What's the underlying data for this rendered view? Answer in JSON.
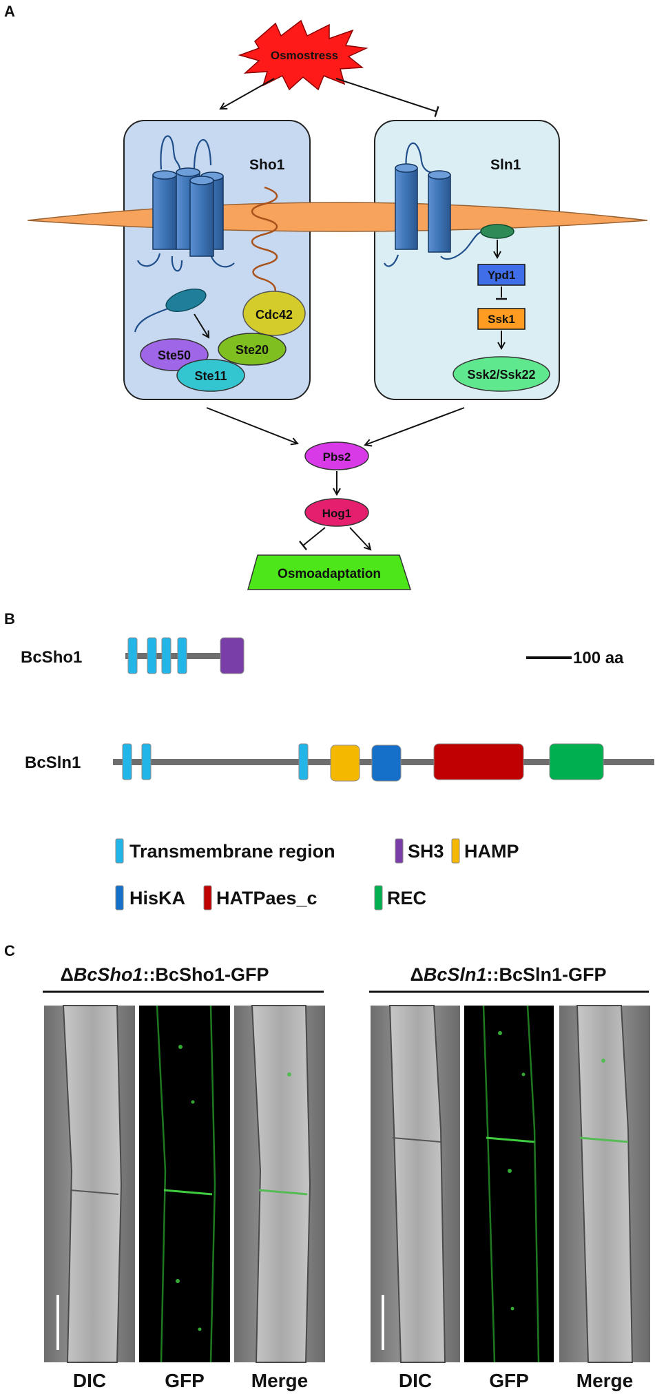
{
  "panel_a": {
    "letter": "A",
    "stimulus": "Osmostress",
    "receptor_left": {
      "name": "Sho1",
      "components": [
        "Cdc42",
        "Ste20",
        "Ste50",
        "Ste11"
      ]
    },
    "receptor_right": {
      "name": "Sln1",
      "components": [
        "Ypd1",
        "Ssk1",
        "Ssk2/Ssk22"
      ]
    },
    "mapkk": "Pbs2",
    "mapk": "Hog1",
    "output": "Osmoadaptation",
    "colors": {
      "burst": "#ff1a1a",
      "membrane": "#f7a35c",
      "sho1_box": "#c6d9f0",
      "sln1_box": "#dbeef4",
      "helix": "#3d74b5",
      "cdc42": "#d3cc2a",
      "ste20": "#7fbf1f",
      "ste50": "#a066e8",
      "ste11": "#33c6d1",
      "ypd1": "#3f6ee8",
      "ssk1": "#ff9c21",
      "ssk2": "#5fe88e",
      "pbs2": "#d93ae8",
      "hog1": "#e61e6e",
      "osmo": "#4ce619"
    }
  },
  "panel_b": {
    "letter": "B",
    "proteins": [
      {
        "name": "BcSho1"
      },
      {
        "name": "BcSln1"
      }
    ],
    "scale_label": "100 aa",
    "legend": [
      {
        "label": "Transmembrane region",
        "color": "#22b5e8"
      },
      {
        "label": "SH3",
        "color": "#7a3ea8"
      },
      {
        "label": "HAMP",
        "color": "#f5b800"
      },
      {
        "label": "HisKA",
        "color": "#1470c9"
      },
      {
        "label": "HATPaes_c",
        "color": "#c00000"
      },
      {
        "label": "REC",
        "color": "#00b050"
      }
    ]
  },
  "panel_c": {
    "letter": "C",
    "groups": [
      {
        "title_delta": "Δ",
        "title_italic": "BcSho1",
        "title_rest": "::BcSho1-GFP",
        "columns": [
          "DIC",
          "GFP",
          "Merge"
        ]
      },
      {
        "title_delta": "Δ",
        "title_italic": "BcSln1",
        "title_rest": "::BcSln1-GFP",
        "columns": [
          "DIC",
          "GFP",
          "Merge"
        ]
      }
    ]
  }
}
